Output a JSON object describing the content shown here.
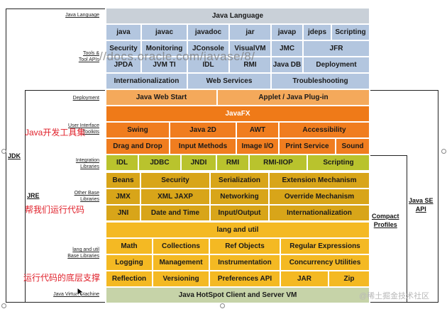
{
  "layer_labels": {
    "java_language": "Java Language",
    "tools_line1": "Tools &",
    "tools_line2": "Tool APIs",
    "deployment": "Deployment",
    "ui_line1": "User Interface",
    "ui_line2": "Toolkits",
    "integration_line1": "Integration",
    "integration_line2": "Libraries",
    "other_line1": "Other Base",
    "other_line2": "Libraries",
    "langutil_line1": "lang and util",
    "langutil_line2": "Base Libraries",
    "jvm": "Java Virtual Machine"
  },
  "brackets": {
    "jdk": "JDK",
    "jre": "JRE",
    "compact_line1": "Compact",
    "compact_line2": "Profiles",
    "javase_line1": "Java SE",
    "javase_line2": "API"
  },
  "rows": {
    "java_language": "Java Language",
    "tools1": [
      "java",
      "javac",
      "javadoc",
      "jar",
      "javap",
      "jdeps",
      "Scripting"
    ],
    "tools2": [
      "Security",
      "Monitoring",
      "JConsole",
      "VisualVM",
      "JMC",
      "JFR"
    ],
    "tools3": [
      "JPDA",
      "JVM TI",
      "IDL",
      "RMI",
      "Java DB",
      "Deployment"
    ],
    "tools4": [
      "Internationalization",
      "Web Services",
      "Troubleshooting"
    ],
    "deployment": [
      "Java Web Start",
      "Applet / Java Plug-in"
    ],
    "javafx": "JavaFX",
    "ui1": [
      "Swing",
      "Java 2D",
      "AWT",
      "Accessibility"
    ],
    "ui2": [
      "Drag and Drop",
      "Input Methods",
      "Image I/O",
      "Print Service",
      "Sound"
    ],
    "integration": [
      "IDL",
      "JDBC",
      "JNDI",
      "RMI",
      "RMI-IIOP",
      "Scripting"
    ],
    "other1": [
      "Beans",
      "Security",
      "Serialization",
      "Extension Mechanism"
    ],
    "other2": [
      "JMX",
      "XML JAXP",
      "Networking",
      "Override Mechanism"
    ],
    "other3": [
      "JNI",
      "Date and Time",
      "Input/Output",
      "Internationalization"
    ],
    "langutil": "lang and util",
    "lang1": [
      "Math",
      "Collections",
      "Ref Objects",
      "Regular Expressions"
    ],
    "lang2": [
      "Logging",
      "Management",
      "Instrumentation",
      "Concurrency Utilities"
    ],
    "lang3": [
      "Reflection",
      "Versioning",
      "Preferences API",
      "JAR",
      "Zip"
    ],
    "jvm": "Java HotSpot Client and Server VM"
  },
  "annotations": {
    "jdk_note": "Java开发工具集",
    "jre_note": "帮我们运行代码",
    "jvm_note": "运行代码的底层支撑",
    "url_overlay": "//docs.oracle.com/javase/8/",
    "watermark": "@稀土掘金技术社区"
  },
  "colors": {
    "blue": "#b3c6df",
    "orange": "#f07d1f",
    "light_orange": "#f4a95b",
    "olive": "#b9c32d",
    "gold": "#d8a519",
    "yellow": "#f4b923",
    "green": "#c6d3a8",
    "annotation_red": "#e0202a"
  }
}
